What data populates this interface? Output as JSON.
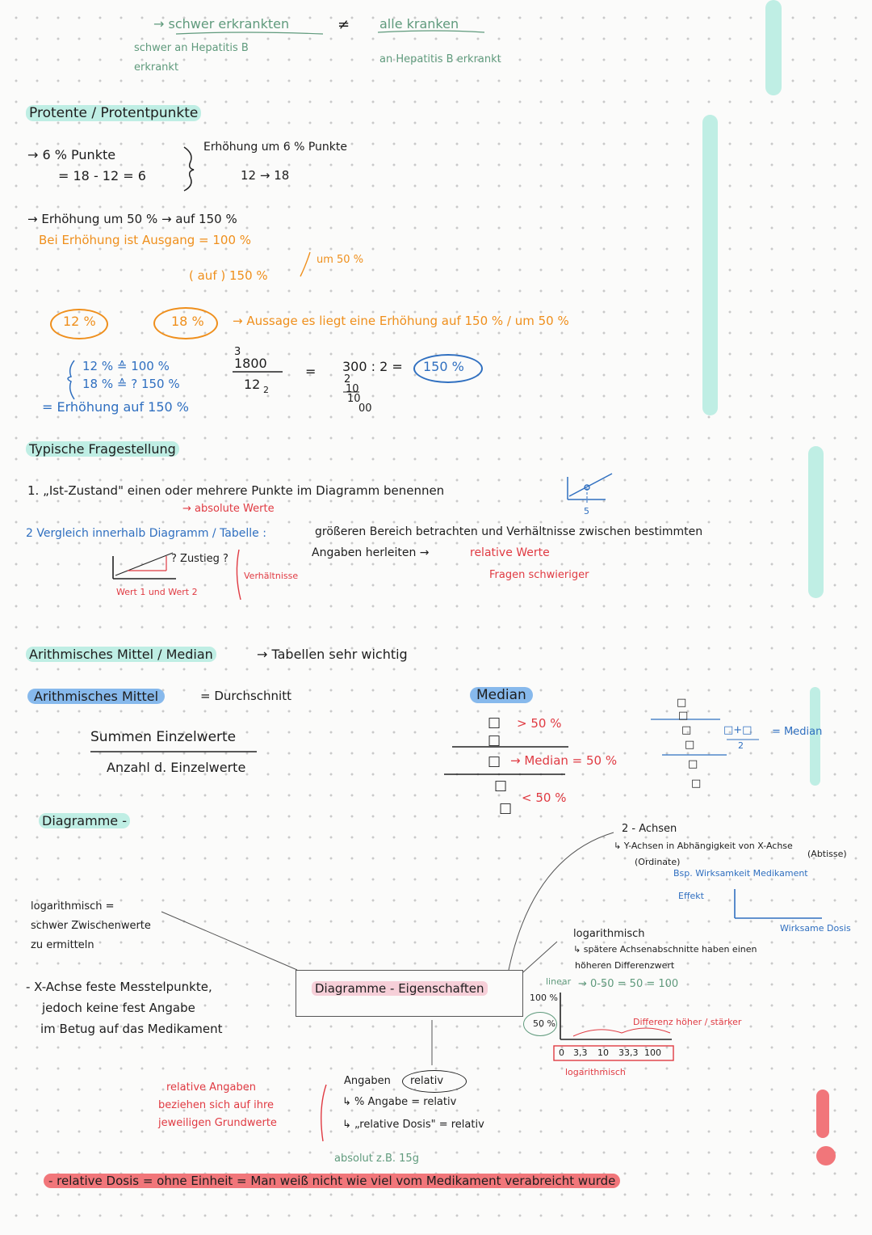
{
  "colors": {
    "mint": "#bfeee4",
    "orange": "#ef8f1c",
    "blue": "#2f6fc0",
    "red": "#e03a42",
    "green": "#5f9a7c",
    "pink": "#f6cfd8"
  },
  "top": {
    "line1_left": "→ schwer erkrankten",
    "neq": "≠",
    "line1_right": "alle kranken",
    "note_left_1": "schwer an Hepatitis B",
    "note_left_2": "erkrankt",
    "note_right": "an Hepatitis B erkrankt"
  },
  "prozente": {
    "heading": "Protente / Protentpunkte",
    "l1": "→  6 % Punkte",
    "l2": "=  18 - 12 = 6",
    "brace_right_1": "Erhöhung  um  6 % Punkte",
    "brace_right_2": "12  →  18",
    "l3": "→ Erhöhung  um  50 %   →   auf  150 %",
    "l4": "Bei  Erhöhung  ist  Ausgang  =  100 %",
    "l5": "( auf ) 150 %",
    "l5b": "um  50 %",
    "circle12": "12 %",
    "circle18": "18 %",
    "aussage": "→  Aussage  es liegt eine  Erhöhung  auf  150 %  / um  50 %",
    "calc1": "12 % ≙  100 %",
    "calc2": "18 % ≙  ? 150 %",
    "calc3": "= Erhöhung   auf  150 %",
    "frac_top_small": "3",
    "frac_top": "1800",
    "frac_bot": "12",
    "frac_bot_sub": "2",
    "eq": "=",
    "div": "300 : 2 =",
    "res": "150 %",
    "long1": "2",
    "long2": "10",
    "long3": "10",
    "long4": "00"
  },
  "typische": {
    "heading": "Typische  Fragestellung",
    "p1": "1.  „Ist-Zustand\"   einen  oder  mehrere  Punkte  im  Diagramm  benennen",
    "p1_sub": "→ absolute  Werte",
    "p1_axis": "5",
    "p2": "2  Vergleich  innerhalb  Diagramm / Tabelle :",
    "p2_right_1": "größeren   Bereich    betrachten    und   Verhältnisse   zwischen   bestimmten",
    "p2_right_2": "Angaben    herleiten   →",
    "p2_rel": "relative     Werte",
    "p2_hard": "Fragen  schwieriger",
    "zustieg": "? Zustieg ?",
    "verh": "Verhältnisse",
    "wert": "Wert  1  und  Wert  2"
  },
  "mittel": {
    "heading": "Arithmisches  Mittel / Median",
    "heading_note": "→  Tabellen  sehr  wichtig",
    "am": "Arithmisches  Mittel",
    "am_note": "= Durchschnitt",
    "num": "Summen  Einzelwerte",
    "den": "Anzahl  d.  Einzelwerte",
    "median": "Median",
    "m1": "> 50 %",
    "m2": "→ Median = 50 %",
    "m3": "< 50 %",
    "m4": "□+□",
    "m5": "2",
    "m6": "= Median"
  },
  "diagramme": {
    "heading": "Diagramme -",
    "center": "Diagramme  -  Eigenschaften",
    "achsen_1": "2 - Achsen",
    "achsen_2": "↳  Y-Achsen   in  Abhängigkeit  von  X-Achse",
    "achsen_3": "(Ordinate)",
    "achsen_4": "(Abtisse)",
    "bsp": "Bsp.  Wirksamkeit   Medikament",
    "effekt": "Effekt",
    "wirk": "Wirksame  Dosis",
    "log_left_1": "logarithmisch =",
    "log_left_2": "schwer  Zwischenwerte",
    "log_left_3": "zu  ermitteln",
    "x_1": "- X-Achse  feste  Messtelpunkte,",
    "x_2": "jedoch  keine   fest  Angabe",
    "x_3": "im Betug   auf  das   Medikament",
    "log_r_1": "logarithmisch",
    "log_r_2": "↳ spätere  Achsenabschnitte  haben  einen",
    "log_r_3": "höheren  Differenzwert",
    "linear": "linear",
    "lin_calc": "→ 0-50  =  50 = 100",
    "y100": "100 %",
    "y50": "50 %",
    "diff": "Differenz  höher / stärker",
    "ticks": [
      "0",
      "3,3",
      "10",
      "33,3",
      "100"
    ],
    "log_label": "logarithmisch",
    "rel_left_1": "relative  Angaben",
    "rel_left_2": "beziehen  sich  auf ihre",
    "rel_left_3": "jeweiligen  Grundwerte",
    "ang_1": "Angaben",
    "ang_rel": "relativ",
    "ang_2": "↳ % Angabe  =  relativ",
    "ang_3": "↳ „relative  Dosis\"  =  relativ",
    "absolut": "absolut  z.B.  15g",
    "footer": "- relative  Dosis  =  ohne   Einheit = Man  weiß  nicht  wie viel  vom  Medikament  verabreicht  wurde"
  }
}
